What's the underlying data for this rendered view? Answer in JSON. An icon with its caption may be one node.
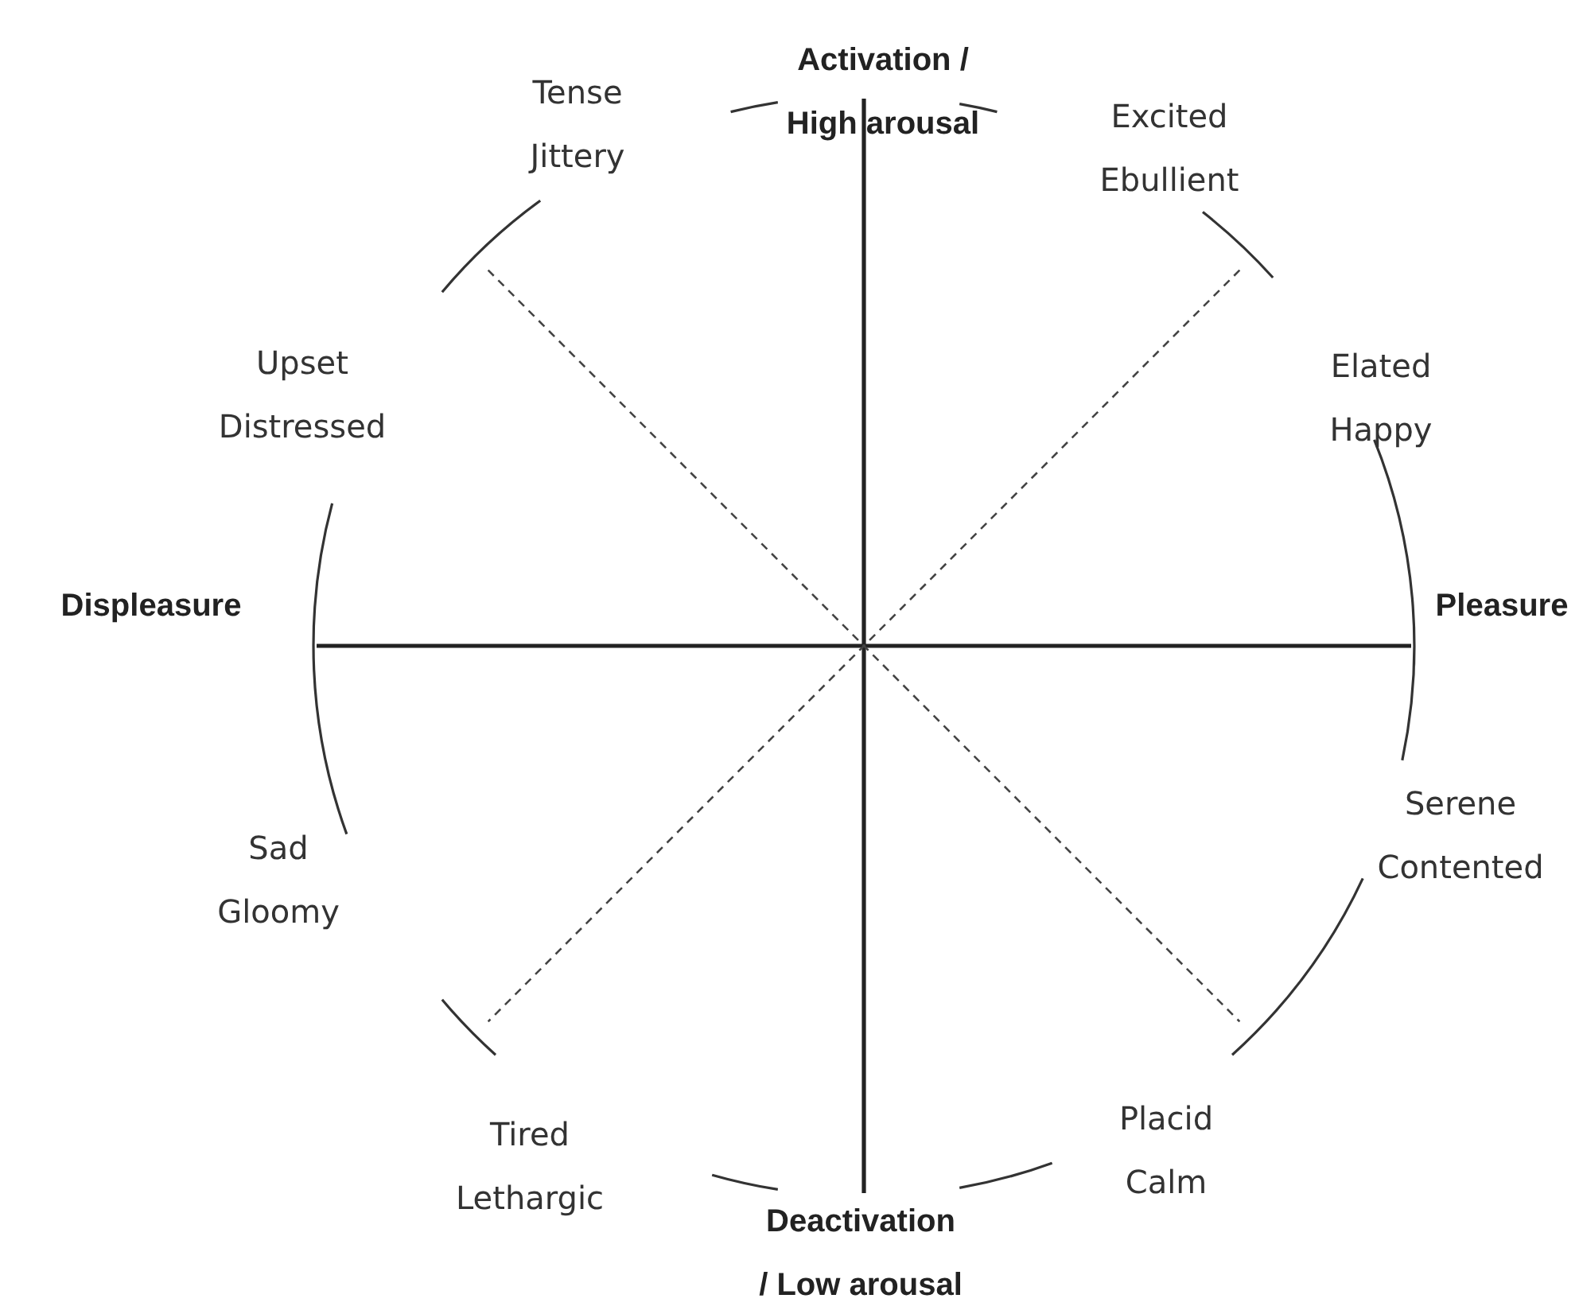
{
  "diagram": {
    "labels": [
      "Tense Jittery",
      "Activation / High arousal",
      "Excited Ebullient",
      "Upset Distressed",
      "Elated Happy",
      "Displeasure",
      "Pleasure",
      "Serene Contented",
      "Sad Gloomy",
      "Tired Lethargic",
      "Placid Calm",
      "Deactivation / Low arousal"
    ]
  }
}
